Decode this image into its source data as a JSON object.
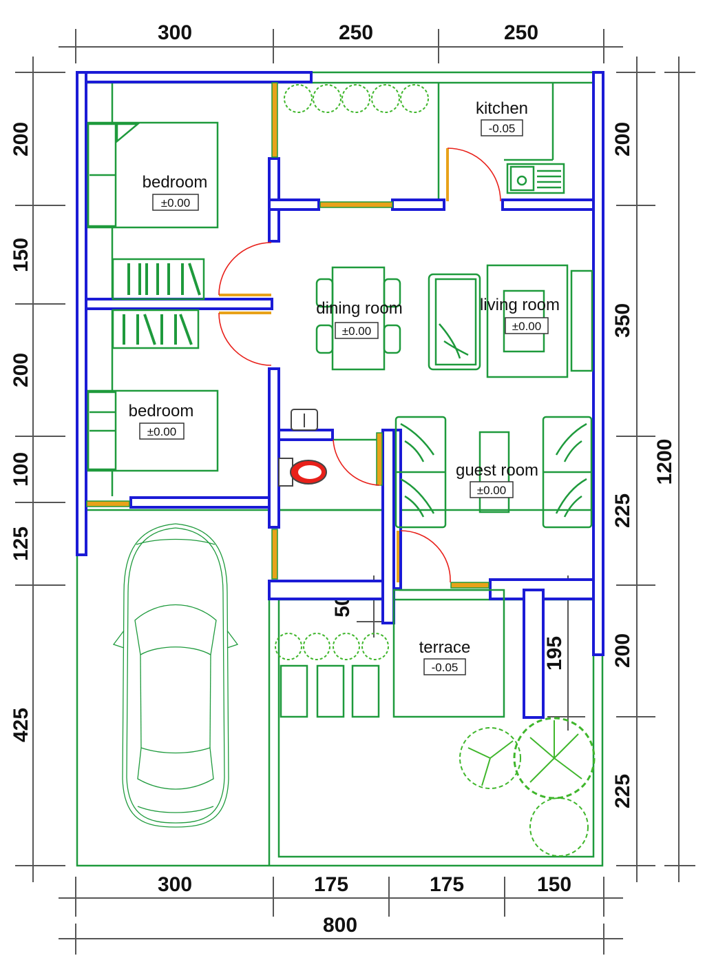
{
  "dimensions": {
    "top": [
      "300",
      "250",
      "250"
    ],
    "bottom": [
      "300",
      "175",
      "175",
      "150"
    ],
    "total_width": "800",
    "left": [
      "200",
      "150",
      "200",
      "100",
      "125",
      "425"
    ],
    "right": [
      "200",
      "350",
      "225",
      "200",
      "225"
    ],
    "total_height": "1200",
    "inner": [
      "50",
      "195"
    ]
  },
  "rooms": [
    {
      "name": "bedroom",
      "level": "±0.00"
    },
    {
      "name": "bedroom",
      "level": "±0.00"
    },
    {
      "name": "kitchen",
      "level": "-0.05"
    },
    {
      "name": "dining room",
      "level": "±0.00"
    },
    {
      "name": "living room",
      "level": "±0.00"
    },
    {
      "name": "guest room",
      "level": "±0.00"
    },
    {
      "name": "terrace",
      "level": "-0.05"
    }
  ],
  "colors": {
    "wall": "#1b1bd6",
    "furniture": "#1e9a3c",
    "window": "#e8a21a",
    "door_swing": "#e8201a",
    "plant": "#3fb62b"
  }
}
